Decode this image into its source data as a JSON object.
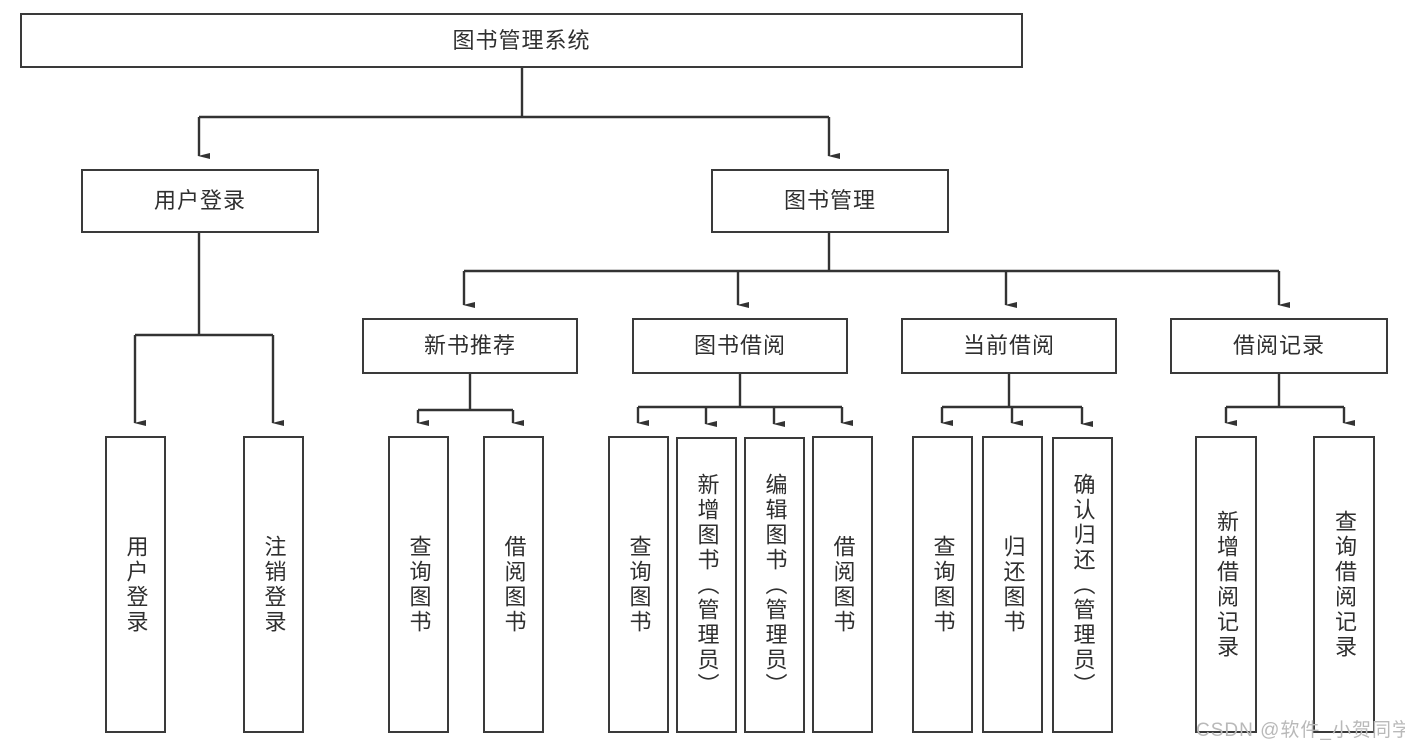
{
  "diagram": {
    "title": "图书管理系统",
    "watermark": "CSDN @软件_小贺同学",
    "root": {
      "label": "图书管理系统"
    },
    "level2": [
      {
        "label": "用户登录"
      },
      {
        "label": "图书管理"
      }
    ],
    "level3": [
      {
        "label": "新书推荐"
      },
      {
        "label": "图书借阅"
      },
      {
        "label": "当前借阅"
      },
      {
        "label": "借阅记录"
      }
    ],
    "leaves": [
      {
        "label": "用户登录"
      },
      {
        "label": "注销登录"
      },
      {
        "label": "查询图书"
      },
      {
        "label": "借阅图书"
      },
      {
        "label": "查询图书"
      },
      {
        "label": "新增图书（管理员）"
      },
      {
        "label": "编辑图书（管理员）"
      },
      {
        "label": "借阅图书"
      },
      {
        "label": "查询图书"
      },
      {
        "label": "归还图书"
      },
      {
        "label": "确认归还（管理员）"
      },
      {
        "label": "新增借阅记录"
      },
      {
        "label": "查询借阅记录"
      }
    ],
    "colors": {
      "border": "#3a3a3a",
      "text": "#2f2f2f",
      "background": "#ffffff",
      "connector": "#333333",
      "watermark": "#b9b9b9"
    }
  }
}
